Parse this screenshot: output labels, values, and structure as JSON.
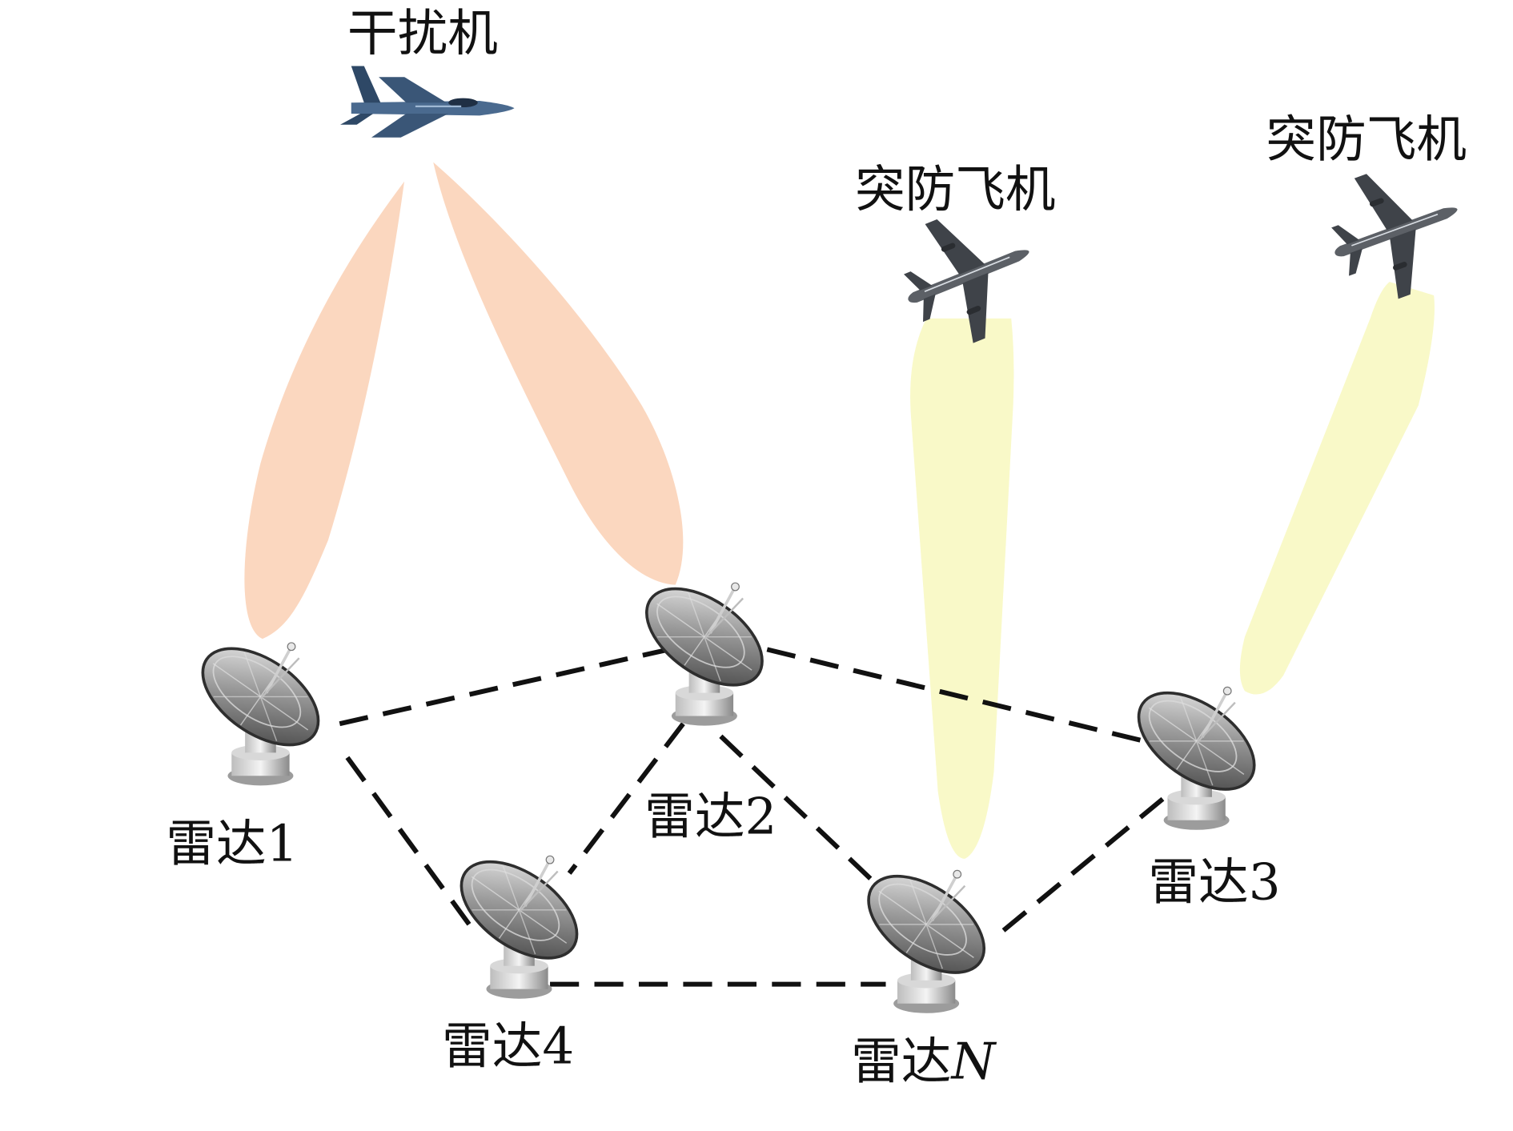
{
  "colors": {
    "jam_beam": "#fbd7bf",
    "radar_beam": "#f9f9c8",
    "link": "#111111",
    "jammer_body": "#4a6a8f",
    "penetrator_body": "#5a5e64"
  },
  "icons": {
    "jammer": "fighter-jet-icon",
    "penetrator": "airliner-icon",
    "radar": "radar-dish-icon"
  },
  "aircraft": {
    "jammer_label": "干扰机",
    "penetrator1_label": "突防飞机",
    "penetrator2_label": "突防飞机"
  },
  "radars": [
    {
      "id": "r1",
      "label_prefix": "雷达",
      "label_suffix": "1"
    },
    {
      "id": "r2",
      "label_prefix": "雷达",
      "label_suffix": "2"
    },
    {
      "id": "r3",
      "label_prefix": "雷达",
      "label_suffix": "3"
    },
    {
      "id": "r4",
      "label_prefix": "雷达",
      "label_suffix": "4"
    },
    {
      "id": "rn",
      "label_prefix": "雷达",
      "label_suffix": "N"
    }
  ]
}
